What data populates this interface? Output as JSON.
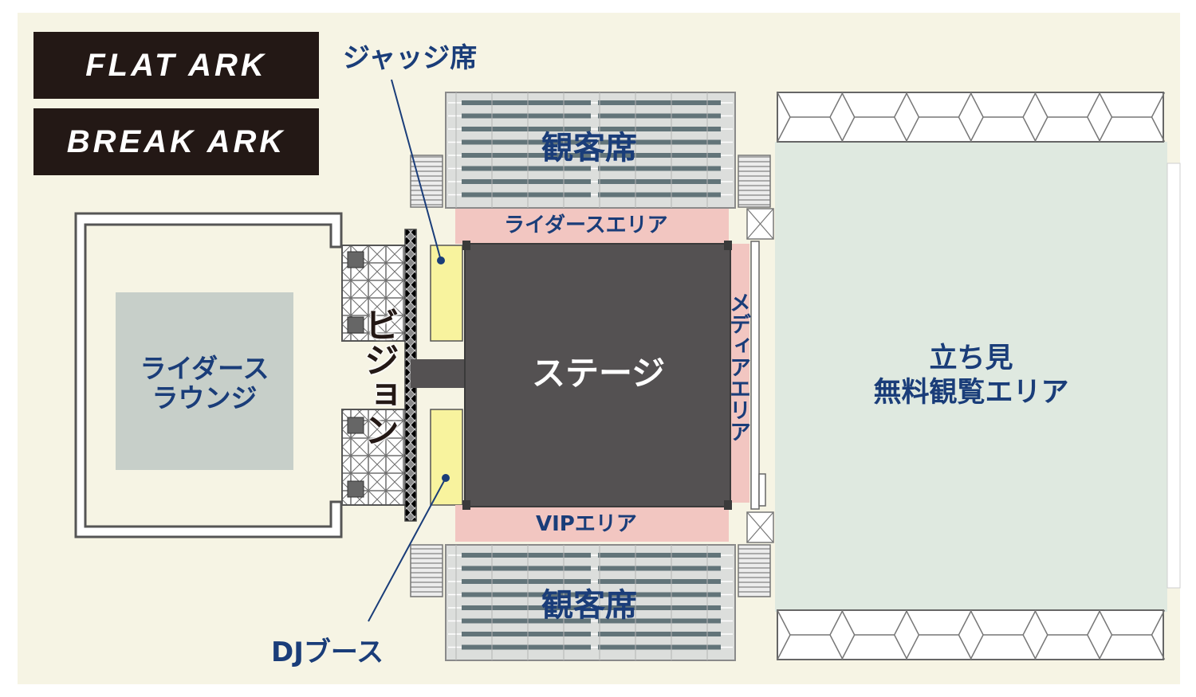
{
  "titles": {
    "flat": "FLAT ARK",
    "break": "BREAK ARK"
  },
  "labels": {
    "judge": "ジャッジ席",
    "seats_top": "観客席",
    "seats_bottom": "観客席",
    "riders_area": "ライダースエリア",
    "lounge_line1": "ライダース",
    "lounge_line2": "ラウンジ",
    "vision": "ビジョン",
    "stage": "ステージ",
    "media": "メディアエリア",
    "vip": "VIPエリア",
    "standing_line1": "立ち見",
    "standing_line2": "無料観覧エリア",
    "dj": "DJブース"
  },
  "colors": {
    "background": "#f6f4e4",
    "navy": "#1a3d79",
    "stage": "#545152",
    "title_box": "#231815",
    "pink_area": "#f2c6c1",
    "judge_yellow": "#f8f39e",
    "lounge_gray": "#c7cfc9",
    "standing_green": "#dfe9e0",
    "seat_gray": "#dcdedc"
  }
}
